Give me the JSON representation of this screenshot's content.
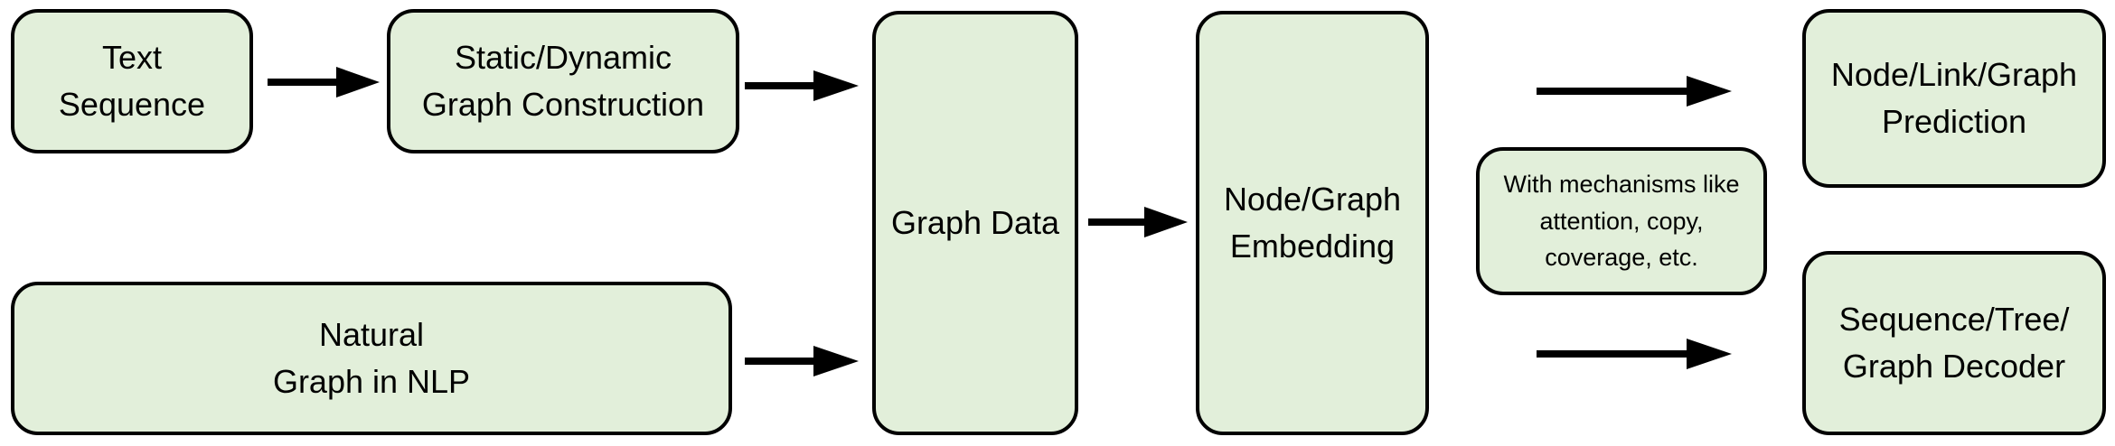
{
  "diagram": {
    "nodes": {
      "text_sequence": {
        "lines": [
          "Text",
          "Sequence"
        ]
      },
      "graph_construction": {
        "lines": [
          "Static/Dynamic",
          "Graph Construction"
        ]
      },
      "natural_graph": {
        "lines": [
          "Natural",
          "Graph in NLP"
        ]
      },
      "graph_data": {
        "lines": [
          "Graph Data"
        ]
      },
      "embedding": {
        "lines": [
          "Node/Graph",
          "Embedding"
        ]
      },
      "mechanisms": {
        "lines": [
          "With mechanisms like",
          "attention, copy,",
          "coverage, etc."
        ]
      },
      "prediction": {
        "lines": [
          "Node/Link/Graph",
          "Prediction"
        ]
      },
      "decoder": {
        "lines": [
          "Sequence/Tree/",
          "Graph Decoder"
        ]
      }
    },
    "colors": {
      "box_fill": "#e2efda",
      "stroke": "#000000"
    }
  }
}
